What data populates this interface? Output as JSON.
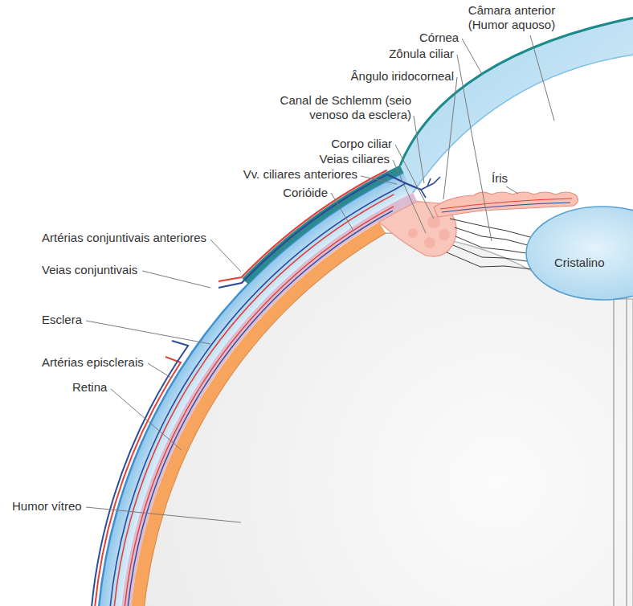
{
  "diagram": {
    "labels": [
      "Câmara anterior (Humor aquoso)",
      "Córnea",
      "Zônula ciliar",
      "Ângulo iridocorneal",
      "Canal de Schlemm (seio venoso da esclera)",
      "Corpo ciliar",
      "Veias ciliares",
      "Vv. ciliares anteriores",
      "Corióide",
      "Artérias conjuntivais anteriores",
      "Veias conjuntivais",
      "Esclera",
      "Artérias episclerais",
      "Retina",
      "Humor vítreo",
      "Íris",
      "Cristalino"
    ]
  }
}
